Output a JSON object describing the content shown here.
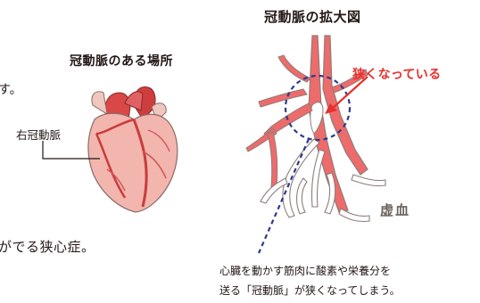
{
  "heart_section": {
    "title": "冠動脈のある場所",
    "partial_text_top": "す。",
    "label_right_coronary": "右冠動脈",
    "partial_text_bottom": "がでる狭心症。"
  },
  "zoom_section": {
    "title": "冠動脈の拡大図",
    "label_narrowed": "狭くなっている",
    "label_ischemia": "虚血",
    "caption_line1": "心臓を動かす筋肉に酸素や栄養分を",
    "caption_line2": "送る「冠動脈」が狭くなってしまう。"
  },
  "colors": {
    "accent_red": "#e8302c",
    "vessel_red": "#ee6b6b",
    "vessel_outline": "#8c7e79",
    "circle_blue": "#2e3a8c",
    "heart_pink": "#f2b6ae",
    "heart_dark": "#c93c3c",
    "ischemia_gray": "#6b625c"
  }
}
